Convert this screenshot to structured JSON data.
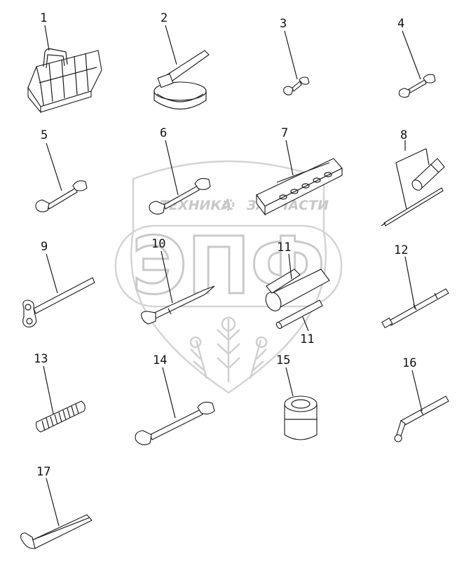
{
  "watermark": {
    "left_text": "ТЕХНИКА",
    "right_text": "ЗАПЧАСТИ",
    "big_letters": "ЭПФ"
  },
  "callouts": {
    "n1": "1",
    "n2": "2",
    "n3": "3",
    "n4": "4",
    "n5": "5",
    "n6": "6",
    "n7": "7",
    "n8": "8",
    "n9": "9",
    "n10": "10",
    "n11a": "11",
    "n11b": "11",
    "n12": "12",
    "n13": "13",
    "n14": "14",
    "n15": "15",
    "n16": "16",
    "n17": "17"
  }
}
